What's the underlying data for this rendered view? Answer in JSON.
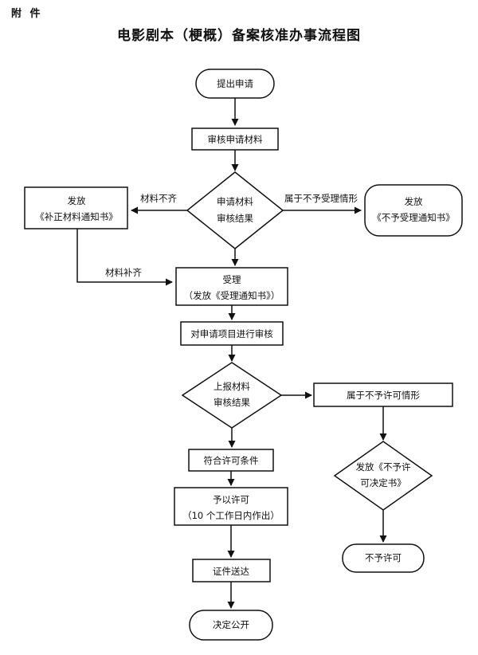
{
  "header": {
    "annex": "附 件",
    "title": "电影剧本（梗概）备案核准办事流程图"
  },
  "flow": {
    "start": "提出申请",
    "review_materials": "审核申请材料",
    "decision1_line1": "申请材料",
    "decision1_line2": "审核结果",
    "left_box_line1": "发放",
    "left_box_line2": "《补正材料通知书》",
    "right_box_line1": "发放",
    "right_box_line2": "《不予受理通知书》",
    "edge_incomplete": "材料不齐",
    "edge_reject_accept": "属于不予受理情形",
    "edge_supplemented": "材料补齐",
    "accept_line1": "受理",
    "accept_line2": "（发放《受理通知书》）",
    "review_project": "对申请项目进行审核",
    "decision2_line1": "上报材料",
    "decision2_line2": "审核结果",
    "deny_case": "属于不予许可情形",
    "decision3_line1": "发放《不予许",
    "decision3_line2": "可决定书》",
    "deny_end": "不予许可",
    "meets": "符合许可条件",
    "grant_line1": "予以许可",
    "grant_line2": "（10 个工作日内作出）",
    "deliver": "证件送达",
    "end": "决定公开"
  }
}
